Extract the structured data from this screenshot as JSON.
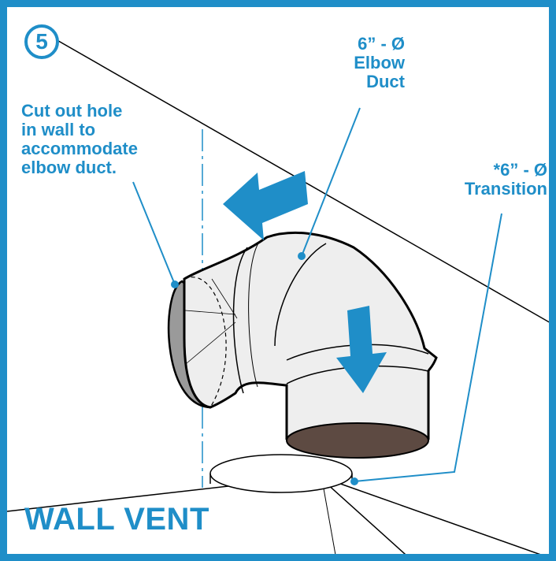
{
  "step": "5",
  "title": "WALL VENT",
  "labels": {
    "cutout": "Cut out hole\nin wall to\naccommodate\nelbow duct.",
    "elbow": "6” - Ø\nElbow\nDuct",
    "transition": "*6” - Ø\nTransition"
  },
  "colors": {
    "accent": "#1f8ec8",
    "wall_hole": "#9a9a9a",
    "duct_opening": "#5d4a42",
    "duct_fill": "#eeeeee"
  }
}
